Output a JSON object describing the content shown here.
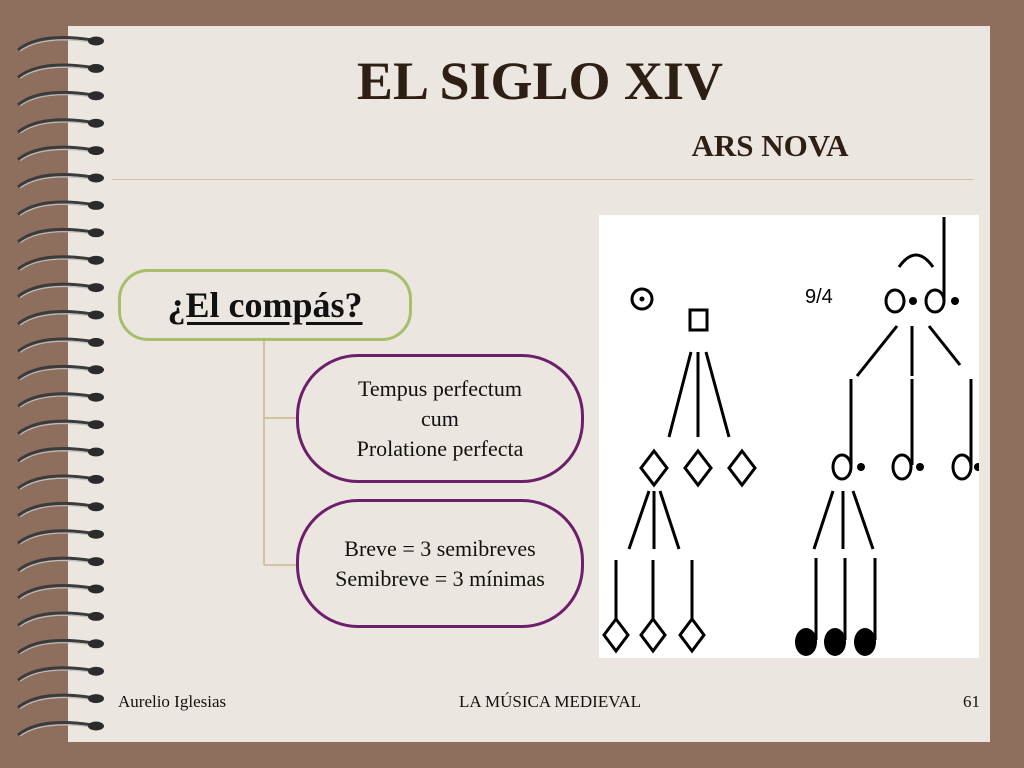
{
  "slide": {
    "title": "EL SIGLO XIV",
    "subtitle": "ARS NOVA",
    "question": "¿El compás?",
    "boxes": [
      {
        "lines": [
          "Tempus perfectum",
          "cum",
          "Prolatione perfecta"
        ]
      },
      {
        "lines": [
          "Breve = 3 semibreves",
          "Semibreve = 3 mínimas"
        ]
      }
    ]
  },
  "figure": {
    "time_signature": "9/4",
    "icons": [
      "tempus-perfectum-sign",
      "breve-note",
      "semibreve-note",
      "minima-note",
      "dotted-note",
      "fermata",
      "black-note"
    ]
  },
  "footer": {
    "author": "Aurelio Iglesias",
    "topic": "LA MÚSICA MEDIEVAL",
    "page": "61"
  }
}
